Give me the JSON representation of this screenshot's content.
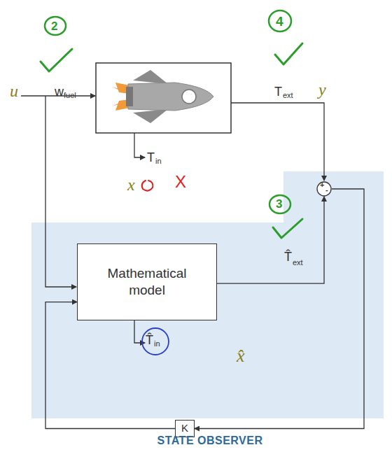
{
  "diagram": {
    "caption": "STATE OBSERVER",
    "nodes": [
      {
        "text": [
          "Mathematical model"
        ]
      },
      {
        "text": [
          "+",
          "-"
        ]
      },
      {
        "text": [
          "K"
        ]
      }
    ],
    "edges": [
      {
        "from": 0,
        "to": 1,
        "arrow": "to"
      },
      {
        "from": 1,
        "to": 2,
        "arrow": "to"
      },
      {
        "from": 2,
        "to": 0,
        "arrow": "to"
      }
    ],
    "labels": [
      "2",
      "u",
      "w",
      "fuel",
      "4",
      "T",
      "ext",
      "y",
      "T",
      "in",
      "X",
      "x",
      "3",
      "T̂",
      "ext",
      "T̂",
      "in",
      "x̂"
    ]
  }
}
